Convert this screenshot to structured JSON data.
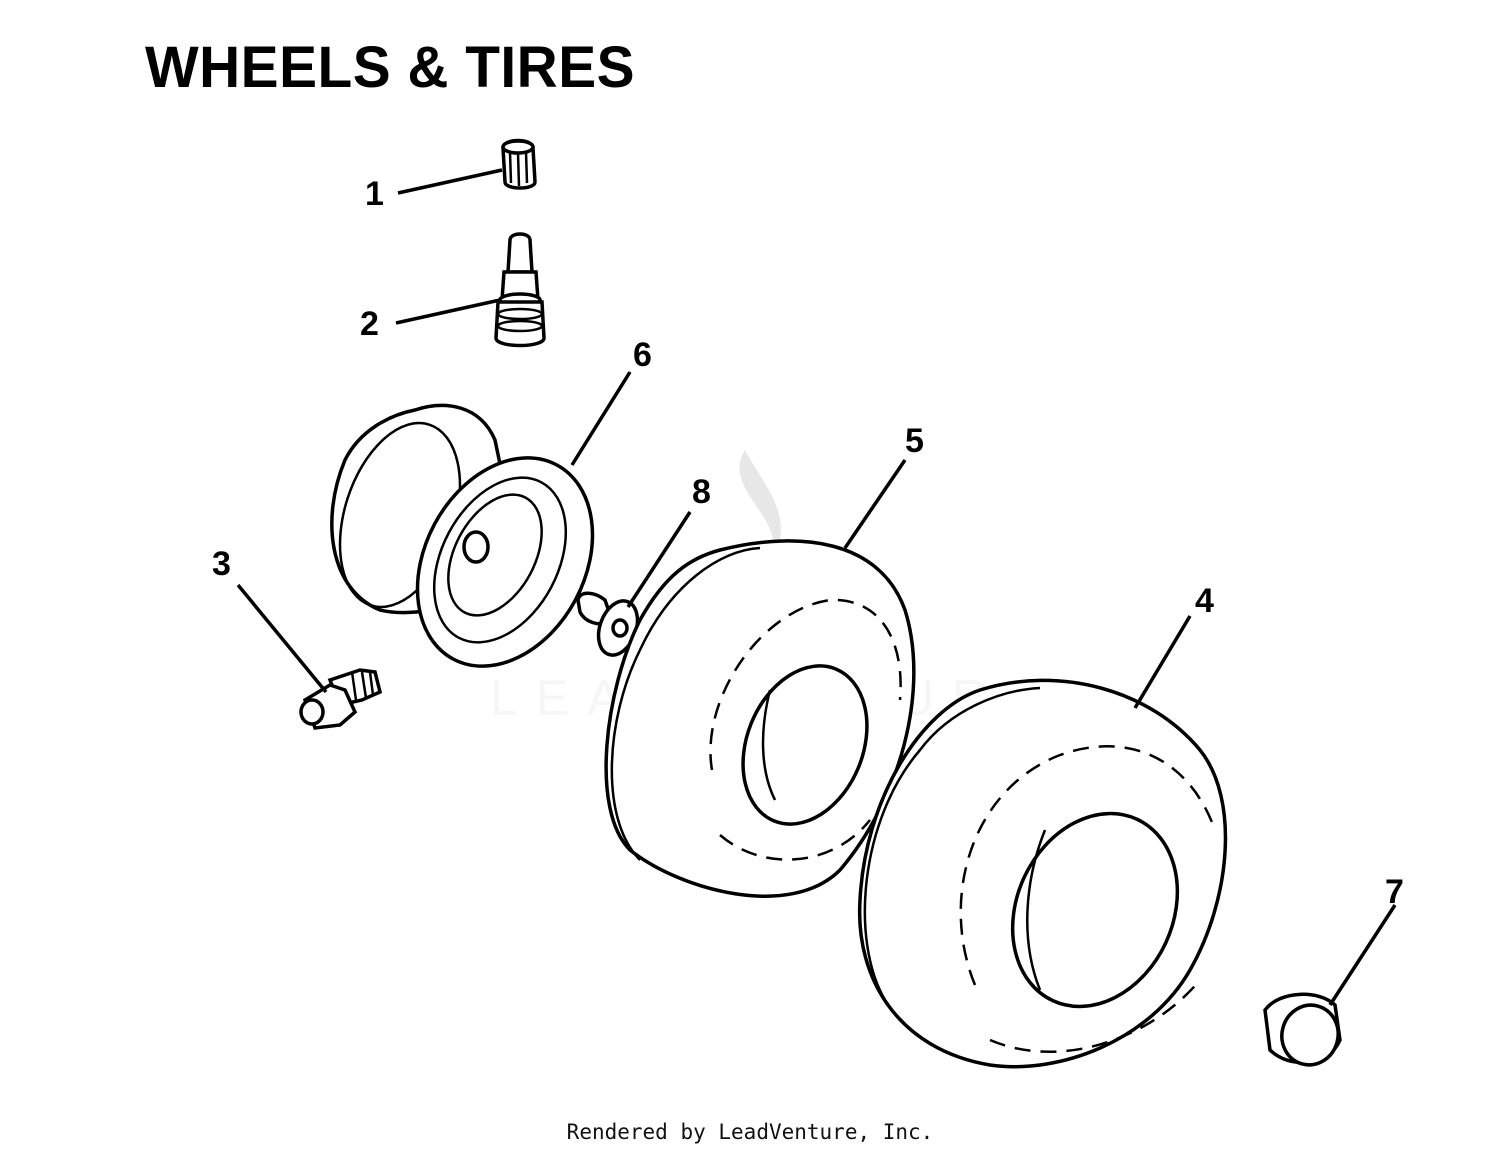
{
  "title": "WHEELS & TIRES",
  "footer": "Rendered by LeadVenture, Inc.",
  "watermark": "LEADVENTURE",
  "callouts": [
    {
      "id": "1",
      "part": "valve-cap"
    },
    {
      "id": "2",
      "part": "valve-stem"
    },
    {
      "id": "3",
      "part": "grease-fitting"
    },
    {
      "id": "4",
      "part": "rear-tire"
    },
    {
      "id": "5",
      "part": "front-tire"
    },
    {
      "id": "6",
      "part": "front-rim"
    },
    {
      "id": "7",
      "part": "hub-cap"
    },
    {
      "id": "8",
      "part": "bearing-flange"
    }
  ]
}
